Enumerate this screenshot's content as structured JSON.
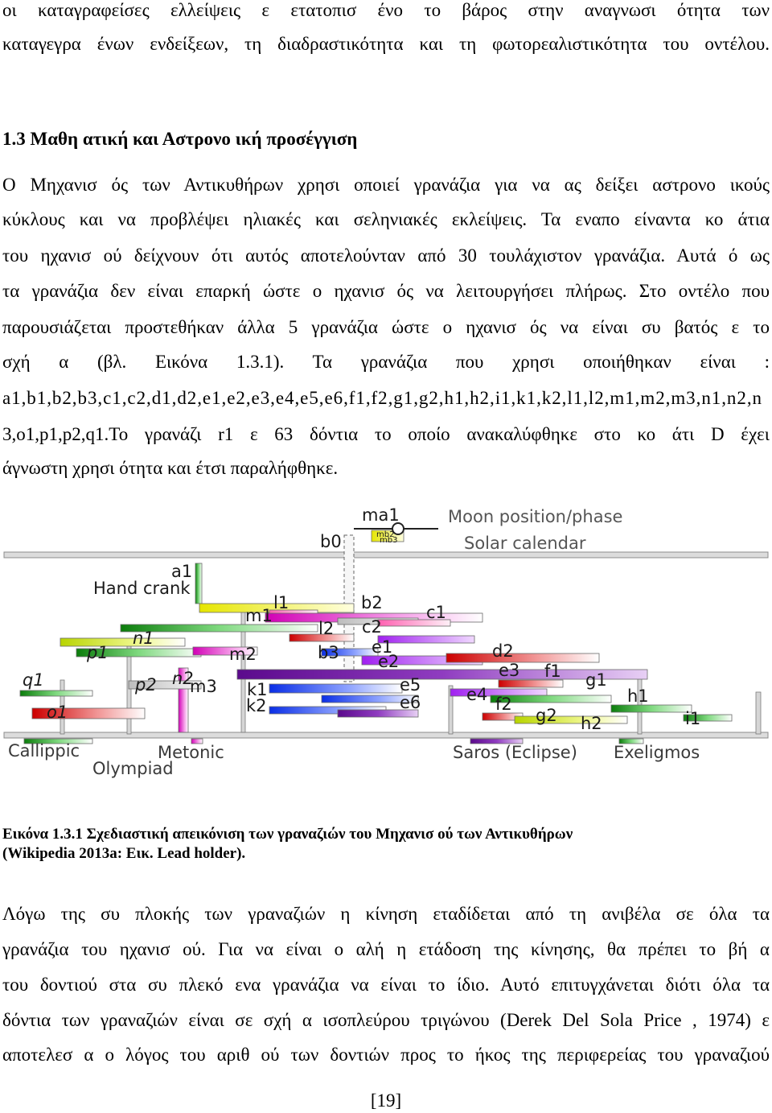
{
  "document": {
    "continuation_lines": [
      "οι καταγραφείσες ελλείψεις ε ετατοπισ ένο το βάρος στην αναγνωσι ότητα των",
      "καταγεγρα ένων ενδείξεων, τη διαδραστικότητα και τη φωτορεαλιστικότητα του οντέλου."
    ],
    "section_heading": "1.3 Μαθη ατική και Αστρονο ική προσέγγιση",
    "paragraph1": [
      "Ο Μηχανισ ός των Αντικυθήρων χρησι οποιεί γρανάζια για να ας δείξει αστρονο ικούς",
      "κύκλους και να προβλέψει ηλιακές και σεληνιακές εκλείψεις. Τα εναπο είναντα κο άτια",
      "του ηχανισ ού δείχνουν ότι αυτός αποτελούνταν από 30 τουλάχιστον γρανάζια. Αυτά ό ως",
      "τα γρανάζια δεν είναι επαρκή ώστε ο ηχανισ ός να λειτουργήσει πλήρως. Στο οντέλο που",
      "παρουσιάζεται προστεθήκαν άλλα 5 γρανάζια ώστε ο ηχανισ ός να είναι συ βατός ε το",
      "σχή α (βλ. Εικόνα 1.3.1). Τα γρανάζια που χρησι οποιήθηκαν είναι :",
      "a1,b1,b2,b3,c1,c2,d1,d2,e1,e2,e3,e4,e5,e6,f1,f2,g1,g2,h1,h2,i1,k1,k2,l1,l2,m1,m2,m3,n1,n2,n",
      "3,o1,p1,p2,q1.Το γρανάζι r1 ε 63 δόντια το οποίο ανακαλύφθηκε στο κο άτι D έχει",
      "άγνωστη χρησι ότητα και έτσι παραλήφθηκε."
    ],
    "caption": [
      "Εικόνα 1.3.1 Σχεδιαστική απεικόνιση των γραναζιών του Μηχανισ ού των Αντικυθήρων",
      "(Wikipedia 2013a: Εικ. Lead holder)."
    ],
    "paragraph2": [
      "Λόγω της συ πλοκής των γραναζιών η κίνηση εταδίδεται από τη ανιβέλα σε όλα τα",
      "γρανάζια του ηχανισ ού. Για να είναι ο αλή η ετάδοση της κίνησης, θα πρέπει το βή α",
      "του δοντιού στα συ πλεκό ενα γρανάζια να είναι το ίδιο. Αυτό επιτυγχάνεται διότι όλα τα",
      "δόντια των γραναζιών είναι σε σχή α ισοπλεύρου τριγώνου (Derek Del Sola Price , 1974) ε",
      "αποτελεσ α ο λόγος του αριθ ού των δοντιών προς το ήκος της περιφερείας του γραναζιού"
    ],
    "page_number": "[19]"
  },
  "figure": {
    "gear_labels": [
      "ma1",
      "b0",
      "mb2",
      "mb3",
      "a1",
      "l1",
      "b2",
      "c1",
      "m1",
      "n1",
      "l2",
      "c2",
      "p1",
      "m2",
      "b3",
      "e1",
      "e2",
      "d2",
      "e3",
      "f1",
      "g1",
      "q1",
      "p2",
      "n2",
      "m3",
      "k1",
      "e5",
      "e4",
      "h1",
      "o1",
      "k2",
      "e6",
      "f2",
      "g2",
      "i1",
      "h2"
    ],
    "outputs": {
      "moon": "Moon position/phase",
      "solar": "Solar calendar",
      "hand_crank": "Hand crank"
    },
    "dials": {
      "callippic": "Callippic",
      "metonic": "Metonic",
      "olympiad": "Olympiad",
      "saros": "Saros (Eclipse)",
      "exeligmos": "Exeligmos"
    }
  }
}
